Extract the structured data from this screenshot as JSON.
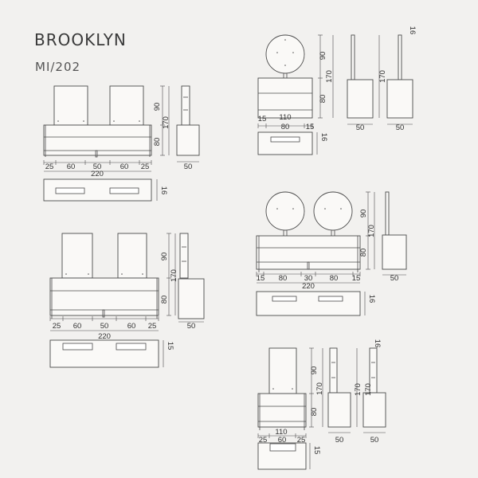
{
  "brand": "BROOKLYN",
  "code": "MI/202",
  "d1": {
    "w": [
      "25",
      "60",
      "50",
      "60",
      "25"
    ],
    "total": "220",
    "h_mirror": "90",
    "h_total": "170",
    "h_cab": "80",
    "depth": "50",
    "plan": "16"
  },
  "d2": {
    "w": [
      "15",
      "80",
      "15"
    ],
    "total": "110",
    "h_mirror": "90",
    "h_total": "170",
    "h_cab": "80",
    "depth_a": "50",
    "depth_b": "50",
    "plan": "16",
    "side_h_a": "170",
    "side_top_b": "16"
  },
  "d3": {
    "w": [
      "15",
      "80",
      "30",
      "80",
      "15"
    ],
    "total": "220",
    "h_mirror": "90",
    "h_total": "170",
    "h_cab": "80",
    "depth": "50",
    "plan": "16"
  },
  "d4": {
    "w": [
      "25",
      "60",
      "50",
      "60",
      "25"
    ],
    "total": "220",
    "h_mirror": "90",
    "h_total": "170",
    "h_cab": "80",
    "depth": "50",
    "plan": "15"
  },
  "d5": {
    "w": [
      "25",
      "60",
      "25"
    ],
    "total": "110",
    "h_mirror": "90",
    "h_total": "170",
    "h_cab": "80",
    "depth_a": "50",
    "depth_b": "50",
    "plan": "15",
    "side_h_a": "170",
    "side_h_b": "170",
    "side_top_b": "16"
  }
}
